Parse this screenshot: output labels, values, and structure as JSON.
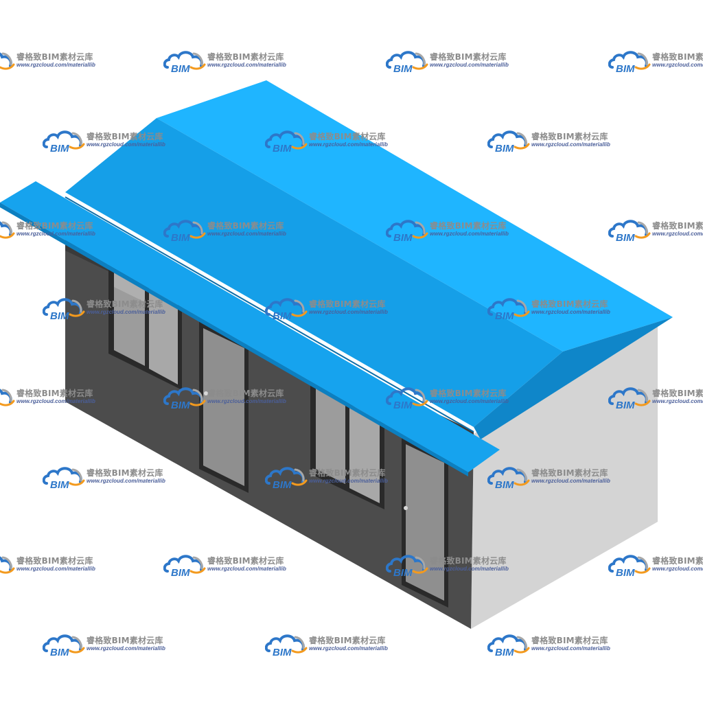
{
  "watermark": {
    "logo_text": "BIM",
    "title": "睿格致BIM素材云库",
    "url": "www.rgzcloud.com/materiallib"
  },
  "colors": {
    "roof_light": "#1cb3ff",
    "roof_mid": "#149fe6",
    "roof_dark": "#0f86c9",
    "wall_dark": "#4a4a4a",
    "wall_side": "#d2d2d2",
    "window_frame": "#2e2e2e",
    "glass": "#a9a9a9",
    "logo_blue": "#2d77c9",
    "logo_orange": "#f39a1e",
    "logo_gray": "#a7a7a7"
  }
}
